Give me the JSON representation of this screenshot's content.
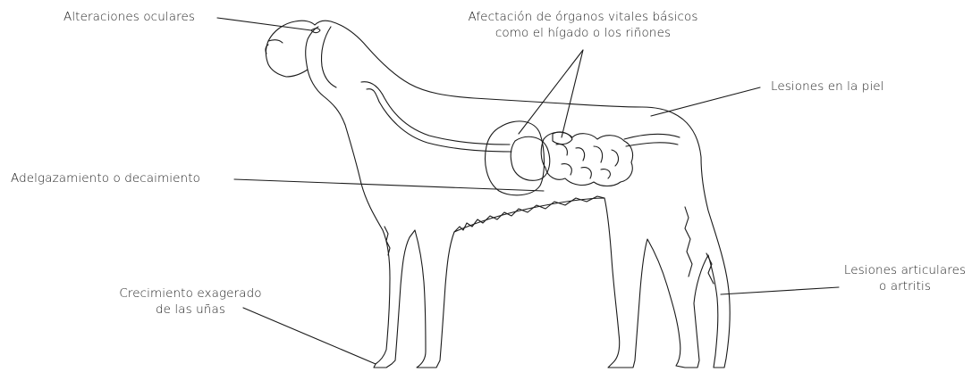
{
  "labels": {
    "eyes": "Alteraciones oculares",
    "organs_line1": "Afectación de órganos vitales básicos",
    "organs_line2": "como el hígado o los riñones",
    "skin": "Lesiones en la piel",
    "weight": "Adelgazamiento o decaimiento",
    "joints_line1": "Lesiones articulares",
    "joints_line2": "o artritis",
    "nails_line1": "Crecimiento exagerado",
    "nails_line2": "de las uñas"
  },
  "colors": {
    "line": "#1a1a1a",
    "text": "#222222",
    "background": "#ffffff"
  }
}
